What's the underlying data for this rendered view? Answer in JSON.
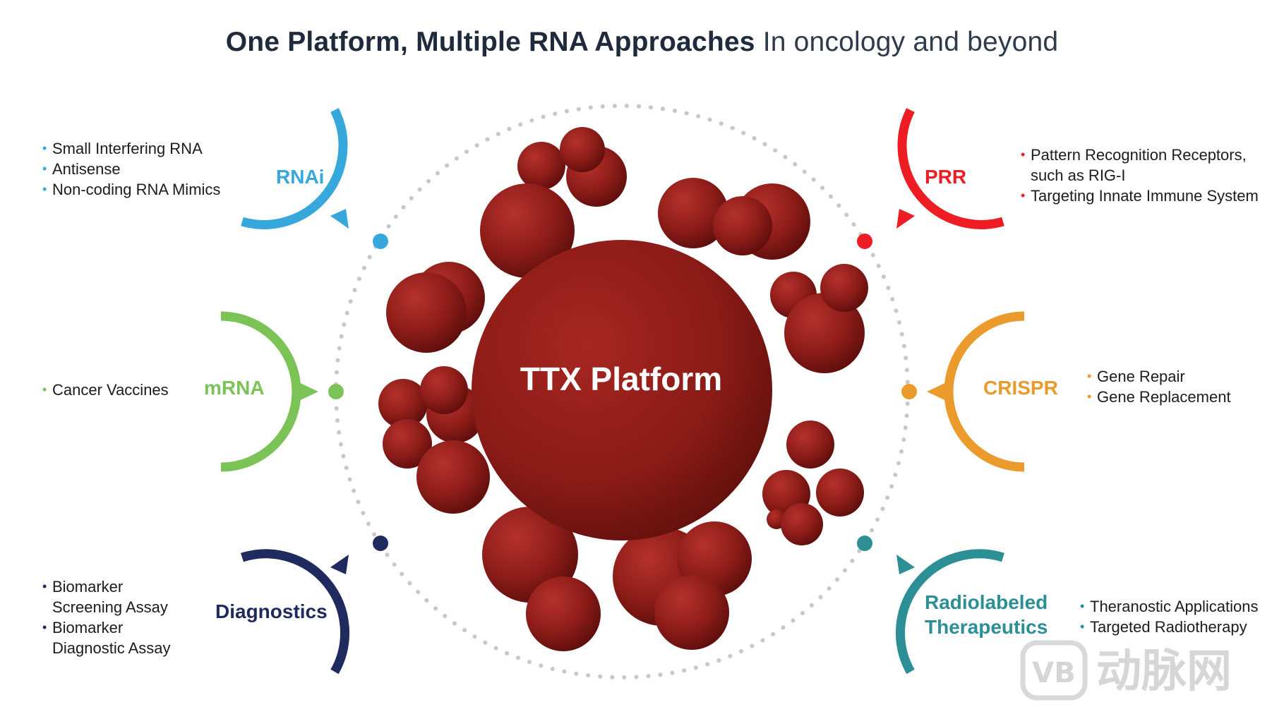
{
  "title": {
    "bold": "One Platform, Multiple RNA Approaches",
    "light": "In oncology and beyond"
  },
  "center": {
    "label": "TTX Platform",
    "color": "#8e1d19"
  },
  "approaches": {
    "rnai": {
      "label": "RNAi",
      "color": "#36a8dc",
      "bullets": [
        "Small Interfering RNA",
        "Antisense",
        "Non-coding RNA Mimics"
      ]
    },
    "mrna": {
      "label": "mRNA",
      "color": "#7cc357",
      "bullets": [
        "Cancer Vaccines"
      ]
    },
    "diagnostics": {
      "label": "Diagnostics",
      "color": "#1f2b5e",
      "bullets": [
        "Biomarker",
        "Screening Assay",
        "Biomarker",
        "Diagnostic Assay"
      ]
    },
    "prr": {
      "label": "PRR",
      "color": "#ee1d24",
      "bullets": [
        "Pattern Recognition Receptors,",
        "such as RIG-I",
        "Targeting Innate Immune System"
      ]
    },
    "crispr": {
      "label": "CRISPR",
      "color": "#eb9b2c",
      "bullets": [
        "Gene Repair",
        "Gene Replacement"
      ]
    },
    "radiolabeled": {
      "label_line1": "Radiolabeled",
      "label_line2": "Therapeutics",
      "color": "#2d8f96",
      "bullets": [
        "Theranostic Applications",
        "Targeted Radiotherapy"
      ]
    }
  },
  "watermark": {
    "text": "动脉网",
    "mark": "VB"
  }
}
